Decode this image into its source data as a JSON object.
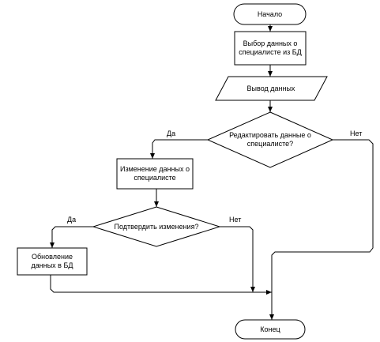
{
  "nodes": {
    "start": "Начало",
    "select_data": "Выбор данных о специалисте из БД",
    "output_data": "Вывод данных",
    "edit_question": "Редактировать данные о специалисте?",
    "change_data": "Изменение данных о специалисте",
    "confirm_question": "Подтвердить изменения?",
    "update_db": "Обновление данных в БД",
    "end": "Конец"
  },
  "labels": {
    "edit_yes": "Да",
    "edit_no": "Нет",
    "confirm_yes": "Да",
    "confirm_no": "Нет"
  }
}
